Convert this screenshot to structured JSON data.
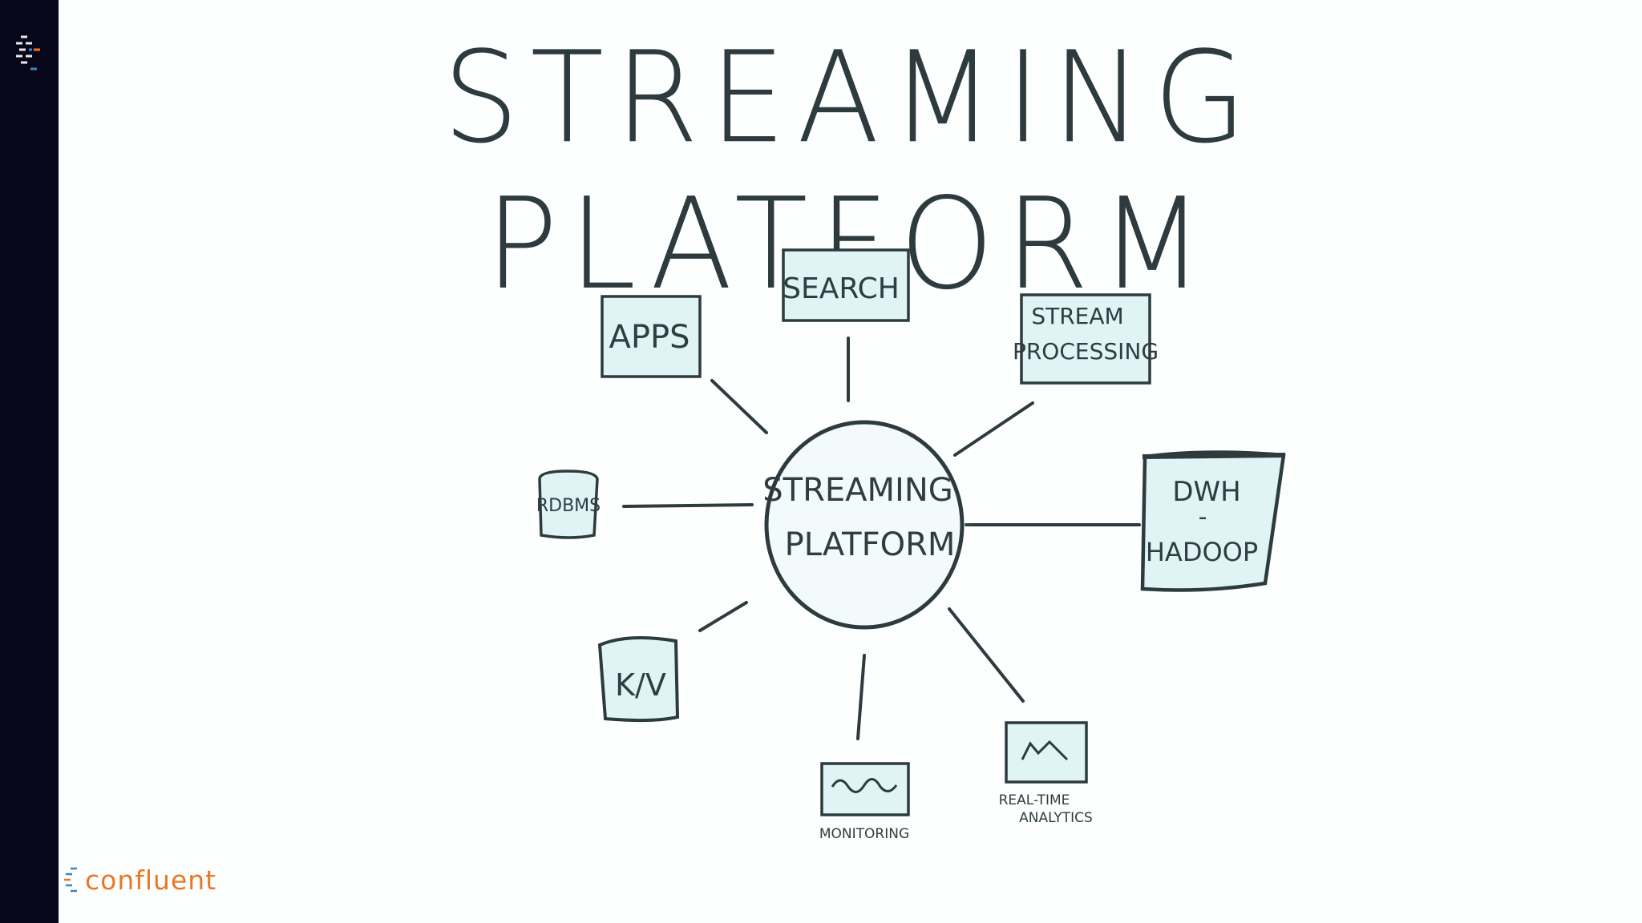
{
  "slide": {
    "title": "STREAMING PLATFORM"
  },
  "diagram": {
    "center": "STREAMING PLATFORM",
    "center_lines": [
      "STREAMING",
      "PLATFORM"
    ],
    "nodes": {
      "apps": "APPS",
      "search": "SEARCH",
      "stream_processing_line1": "STREAM",
      "stream_processing_line2": "PROCESSING",
      "rdbms": "RDBMS",
      "dwh_line1": "DWH",
      "dwh_line2": "-",
      "dwh_line3": "HADOOP",
      "kv": "K/V",
      "monitoring": "MONITORING",
      "realtime_line1": "REAL-TIME",
      "realtime_line2": "ANALYTICS"
    }
  },
  "branding": {
    "wordmark": "confluent",
    "color": "#e97826"
  },
  "colors": {
    "ink": "#2d3b3e",
    "fill": "#d6eff2",
    "sidebar": "#080719"
  }
}
